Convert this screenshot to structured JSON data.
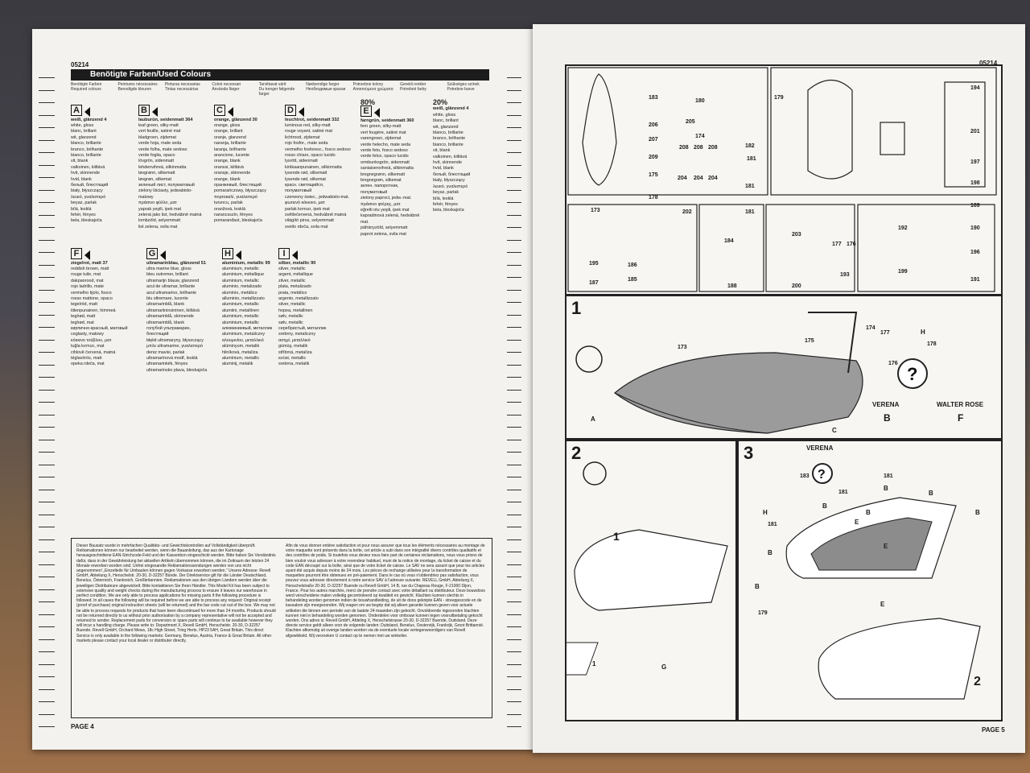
{
  "left_page": {
    "code": "05214",
    "title": "Benötigte Farben/Used Colours",
    "languages": [
      "Benötigte Farben\nRequired colours",
      "Peintures nécessaires\nBenodigde kleuren",
      "Pinturas necesarias\nTintas necessárias",
      "Colori necessari\nAnvända färger",
      "Tarvittavat värit\nDu trenger følgende farger",
      "Nødvendige farger\nНеобходимые краски",
      "Potrzebne kolory\nΑπαιτούμενα χρώματα",
      "Gerekli renkler\nPotrebné farby",
      "Szükséges színek\nPotrebne barve"
    ],
    "colors": [
      {
        "letter": "A",
        "name": "weiß, glänzend 4",
        "desc": "white, gloss\nblanc, brillant\nwit, glanzend\nblanco, brillante\nbranco, brilhante\nbianco, brillante\nvit, blank\nvalkoinen, kiiltävä\nhvit, skinnende\nhvid, blank\nбелый, блестящий\nbiały, błyszczący\nλευκό, γυαλιστερό\nbeyaz, parlak\nbílá, lesklá\nfehér, fényes\nbela, bleskajoča"
      },
      {
        "letter": "B",
        "name": "lauburün, seidenmatt 364",
        "desc": "leaf green, silky-matt\nvert feuille, satiné mat\nbladgroen, zijdemat\nverde hoja, mate seda\nverde folha, mate sedoso\nverde foglia, opaco\nlövgrön, sidenmatt\nlehdenvihreä, silkinmatta\nløvgrønn, silkematt\nløvgrøn, silkemat\nзеленый лист, полуматовый\nzielony liściasty, jedwabisto-matowy\nπράσινο φύλλο, ματ\nyaprak yeşili, ipek mat\nzelená jako list, hedvábně matná\nlombzöld, selyemmatt\nlist zelena, svila mat"
      },
      {
        "letter": "C",
        "name": "orange, glänzend 30",
        "desc": "orange, gloss\norange, brillant\noranje, glanzend\nnaranja, brillante\nlaranja, brilhante\narancione, lucente\norange, blank\noranssi, kiiltävä\noransje, skinnende\norange, blank\nоранжевый, блестящий\npomarańczowy, błyszczący\nπορτοκαλί, γυαλιστερό\nturuncu, parlak\noranžová, lesklá\nnarancsszín, fényes\npomaranđast, bleskajoča"
      },
      {
        "letter": "D",
        "name": "leuchtrot, seidenmatt 332",
        "desc": "luminous red, silky-matt\nrouge voyant, satiné mat\nlichtrood, zijdemat\nrojo fosfor., mate seda\nvermelho fosforesc., fosco sedoso\nrosso chiaro, opaco lucido\nlysrött, sidenmatt\nkirkkaanpunainen, silkinmatta\nlysende rød, silkematt\nlysende rød, silkemat\nкрасн. светящийся, полуматовый\nczerwony świec., jedwabisto-mat.\nφωτεινό κόκκινο, ματ\nparlak kırmızı, ipek mat\nsvětlečervená, hedvábně matná\nvilágító piros, selyemmatt\nsvetlo rdeča, svila mat"
      },
      {
        "letter": "E",
        "pct": "80%",
        "name": "farngrün, seidenmatt 360",
        "desc": "fern green, silky-matt\nvert fougère, satiné mat\nvarengroen, zijdemat\nverde helecho, mate seda\nverde feto, fosco sedoso\nverde felce, opaco lucido\normbunksgrön, sidenmatt\nsaniaisenvihreä, silkinmatta\nbregnegrønn, silkematt\nbregnegrøn, silkemat\nзелен. папоротник, полуматовый\nzielony paproci, jedw.-mat.\nπράσινο φτέρης, ματ\neğrelti otu yeşili, ipek mat\nkapradinová zelená, hedvábně mat.\npáfrányzöld, selyemmatt\npaprot zelena, svila mat"
      },
      {
        "letter": "",
        "pct": "20%",
        "name": "weiß, glänzend 4",
        "desc": "white, gloss\nblanc, brillant\nwit, glanzend\nblanco, brillante\nbranco, brilhante\nbianco, brillante\nvit, blank\nvalkoinen, kiiltävä\nhvit, skinnende\nhvid, blank\nбелый, блестящий\nbiały, błyszczący\nλευκό, γυαλιστερό\nbeyaz, parlak\nbílá, lesklá\nfehér, fényes\nbela, bleskajoča"
      },
      {
        "letter": "F",
        "name": "ziegelrot, matt 37",
        "desc": "reddish brown, matt\nrouge tuile, mat\ndakpanrood, mat\nrojo ladrillo, mate\nvermelho tijolo, fosco\nrosso mattone, opaco\ntegelröd, matt\ntiilenpunainen, himmeä\nteglrød, matt\nteglrød, mat\nкирпично-красный, матовый\nceglasty, matowy\nκόκκινο τούβλου, ματ\ntuğla kırmızı, mat\ncihlově červená, matná\ntéglavörös, matt\nopeka rdeča, mat"
      },
      {
        "letter": "G",
        "name": "ultramarinblau, glänzend 51",
        "desc": "ultra marine blue, gloss\nbleu outremer, brillant\nultramarijn blauw, glanzend\nazul de ultramar, brillante\nazul ultramarino, brilhante\nblu oltremare, lucente\nultramarinblå, blank\nultramariininsininen, kiiltävä\nultramarinblå, skinnende\nultramarinblå, blank\nголубой ультрамарин, блестящий\nbłękit ultramaryny, błyszczący\nμπλε ultramarine, γυαλιστερό\ndeniz mavisi, parlak\nultramarínová modř, lesklá\nultramarinkék, fényes\nultramarinsko plava, bleskajoča"
      },
      {
        "letter": "H",
        "name": "aluminium, metallic 99",
        "desc": "aluminium, metallic\naluminium, métallique\naluminium, metallic\naluminio, metalizado\nalumínio, metálico\nalluminio, metallizzato\naluminium, metallic\nalumiini, metallinen\naluminium, metallic\naluminium, metallic\nалюминиевый, металлик\naluminium, metaliczny\nαλουμινίου, μεταλλικό\nalüminyum, metalik\nhliníková, metalíza\nalumínium, metallic\naluminij, metalik"
      },
      {
        "letter": "I",
        "name": "silber, metallic 90",
        "desc": "silver, metallic\nargent, métallique\nzilver, metallic\nplata, metalizado\nprata, metálico\nargento, metallizzato\nsilver, metallic\nhopea, metallinen\nsølv, metallic\nsølv, metallic\nсеребристый, металлик\nsrebrny, metaliczny\nασημί, μεταλλικό\ngümüş, metalik\nstříbrná, metalíza\nezüst, metallic\nsrebrna, metalik"
      }
    ],
    "notice_left": "Dieser Bausatz wurde in mehrfachen Qualitäts- und Gewichtskontrollen auf Vollständigkeit überprüft. Reklamationen können nur bearbeitet werden, wenn die Bauanleitung, das aus der Kartonage herausgeschnittene EAN-Strichcode-Feld und der Kassenbon eingeschickt werden. Bitte haben Sie Verständnis dafür, dass in der Gewährleistung bei aktuellen Artikeln übernommen können, die im Zeitraum der letzten 24 Monate erworben worden sind. Unfrei eingesandte Reklamationssendungen werden von uns nicht angenommen! „Einzelteile für Umbauten können gegen Vorkasse erworben werden.“ Unsere Adresse: Revell GmbH, Abteilung X, Henschelstr. 20-30, D-32257 Bünde. Der Direktservice gilt für die Länder Deutschland, Benelux, Österreich, Frankreich, Großbritannien. Reklamationen aus den übrigen Ländern werden über die jeweiligen Distributeure abgewickelt. Bitte kontaktieren Sie Ihren Händler. This Model Kit has been subject to extensive quality and weight checks during the manufacturing process to ensure it leaves our warehouse in perfect condition. We are only able to process applications for missing parts if the following procedure is followed. In all cases the following will be required before we are able to process any request: Original receipt (proof of purchase) original instruction sheets (will be returned) and the bar code cut out of the box. We may not be able to process requests for products that have been discontinued for more than 24 months. Products should not be returned directly to us without prior authorisation by a company representative will not be accepted and returned to sender. Replacement parts for conversion or spare parts will continue to be available however they will incur a handling charge. Please write to: Department X, Revell GmbH, Henschelstr. 20-30, D-32257 Buende. Revell GmbH, Orchard Mews, 18c High Street, Tring Herts. HP23 5AH, Great Britain. This direct Service is only available in the following markets: Germany, Benelux, Austria, France & Great Britain. All other markets please contact your local dealer or distributer directly.",
    "notice_right": "Afin de vous donner entière satisfaction et pour nous assurer que tous les éléments nécessaires au montage de votre maquette sont présents dans la boîte, cet article a subi dans son intégralité divers contrôles qualitatifs et des contrôles de poids. Si toutefois vous deviez nous faire part de certaines réclamations, nous vous prions de bien vouloir vous adresser à votre revendeur habituel, muni de la notice de montage, du ticket de caisse et du code EAN découpé sur la boîte, ainsi que de votre ticket de caisse. Le SAV ne sera assuré que pour les articles ayant été acquis depuis moins de 24 mois. Les pièces de rechange utilisées pour la transformation de maquettes pourront être obtenues en pré-paiement. Dans le cas où vous n'obtiendriez pas satisfaction, vous pouvez vous adresser directement à notre service SAV à l'adresse suivante: REVELL GmbH, Abteilung X, Henschelstraße 20-30, D-32257 Buende ou Revell GmbH, 14 B, rue du Chapeau Rouge, F-21000 Dijon, France. Pour les autres marchés, merci de prendre contact avec votre détaillant ou distributeur. Deze bouwdoos werd verscheidene malen volledig gecontroleerd op kwaliteit en gewicht. Klachten kunnen slechts in behandeling worden genomen indien de bouwhandleiding, de uit de doos geknipte EAN - streepjescode en de kassabon zijn meegezonden. Wij vragen om uw begrip dat wij alleen garantie kunnen geven voor actuele artikelen die binnen een periode van de laatste 24 maanden zijn gekocht. Onvoldoende ingezonden klachten kunnen niet in behandeling worden genomen. Onderdelen voor ombouw kunnen tegen vooruitbetaling gekocht worden. Ons adres is: Revell GmbH, Afdeling X, Henschelstrasse 20-30, D-32257 Buende, Duitsland. Deze directe service geldt alleen voor de volgende landen: Duitsland, Benelux, Oostenrijk, Frankrijk, Groot Brittannië. Klachten afkomstig uit overige landen worden via de eventuele locale vertegenwoordigers van Revell afgewikkeld. Wij verzoeken U contact op te nemen met uw winkelier.",
    "page_num": "PAGE 4"
  },
  "right_page": {
    "code": "05214",
    "page_num": "PAGE 5",
    "parts": [
      "173",
      "183",
      "206",
      "207",
      "209",
      "175",
      "178",
      "180",
      "205",
      "174",
      "208",
      "208",
      "208",
      "182",
      "181",
      "204",
      "204",
      "204",
      "181",
      "202",
      "181",
      "179",
      "194",
      "201",
      "197",
      "198",
      "189",
      "190",
      "196",
      "191",
      "192",
      "199",
      "195",
      "187",
      "186",
      "185",
      "184",
      "188",
      "203",
      "200",
      "177",
      "176",
      "193"
    ],
    "step1": {
      "num": "1",
      "parts": [
        "173",
        "175",
        "174",
        "177",
        "178",
        "176"
      ],
      "paint": [
        "A",
        "C",
        "H"
      ],
      "q_left": "VERENA",
      "q_left_color": "B",
      "q_right": "WALTER ROSE",
      "q_right_color": "F"
    },
    "step2": {
      "num": "2",
      "labels": [
        "1",
        "1",
        "G"
      ]
    },
    "step3": {
      "num": "3",
      "title": "VERENA",
      "labels": [
        "183",
        "181",
        "181",
        "181",
        "179",
        "B",
        "B",
        "B",
        "B",
        "B",
        "B",
        "B",
        "E",
        "E",
        "E",
        "H",
        "2"
      ]
    }
  }
}
